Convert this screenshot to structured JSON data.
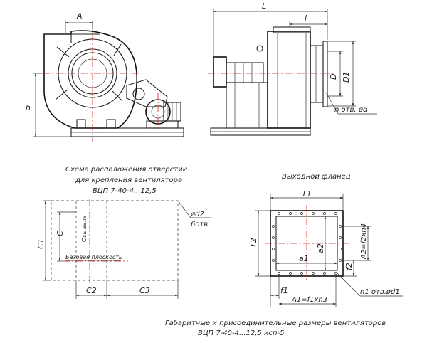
{
  "front_view": {
    "dim_A": "A",
    "dim_h": "h"
  },
  "side_view": {
    "dim_L": "L",
    "dim_l": "l",
    "dim_D": "D",
    "dim_D1": "D1",
    "holes": "n отв. ød"
  },
  "hole_scheme": {
    "title_line1": "Схема расположения отверстий",
    "title_line2": "для крепления вентилятора",
    "title_line3": "ВЦП 7-40-4...12,5",
    "dim_C1": "C1",
    "dim_C": "C",
    "shaft_axis": "Ось вала",
    "base_plane": "Базовая плоскость",
    "dim_C2": "C2",
    "dim_C3": "C3",
    "hole_dia": "ød2",
    "hole_note": "6отв"
  },
  "outlet_flange": {
    "title": "Выходной фланец",
    "dim_T1": "T1",
    "dim_T2": "T2",
    "dim_a2": "a2",
    "dim_A2": "A2=f2xn4",
    "dim_a1": "a1",
    "dim_f2": "f2",
    "dim_f1": "f1",
    "holes": "n1 отв.ød1",
    "dim_A1": "A1=f1xn3"
  },
  "caption": {
    "line1": "Габаритные и присоединительные размеры вентиляторов",
    "line2": "ВЦП 7-40-4...12,5 исп-5"
  }
}
